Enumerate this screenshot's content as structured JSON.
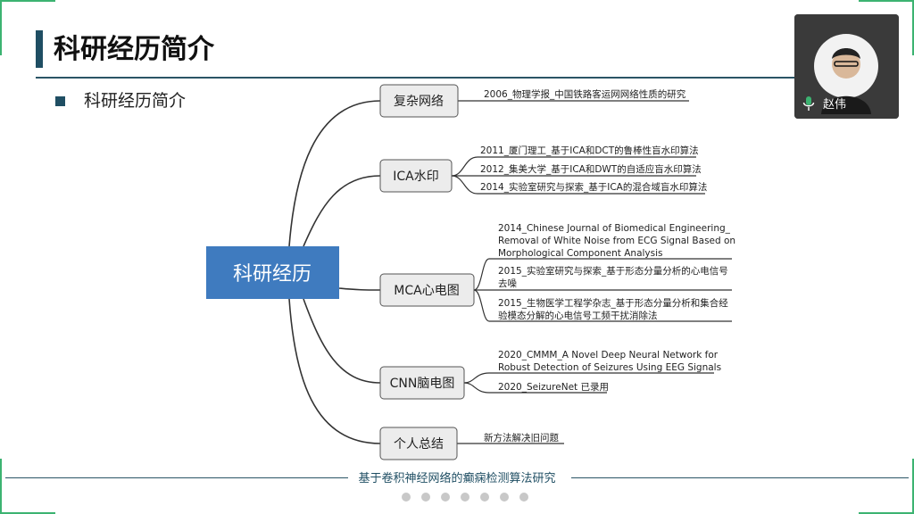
{
  "slide": {
    "title": "科研经历简介",
    "bullet": "科研经历简介",
    "footer": "基于卷积神经网络的癫痫检测算法研究"
  },
  "participant": {
    "name": "赵伟",
    "mic_icon": "microphone-icon"
  },
  "mindmap": {
    "root": "科研经历",
    "branches": [
      {
        "label": "复杂网络",
        "items": [
          "2006_物理学报_中国铁路客运网网络性质的研究"
        ]
      },
      {
        "label": "ICA水印",
        "items": [
          "2011_厦门理工_基于ICA和DCT的鲁棒性盲水印算法",
          "2012_集美大学_基于ICA和DWT的自适应盲水印算法",
          "2014_实验室研究与探索_基于ICA的混合域盲水印算法"
        ]
      },
      {
        "label": "MCA心电图",
        "items": [
          [
            "2014_Chinese Journal of Biomedical Engineering_",
            "Removal of White Noise from ECG Signal Based on",
            "Morphological Component Analysis"
          ],
          [
            "2015_实验室研究与探索_基于形态分量分析的心电信号",
            "去噪"
          ],
          [
            "2015_生物医学工程学杂志_基于形态分量分析和集合经",
            "验模态分解的心电信号工频干扰消除法"
          ]
        ]
      },
      {
        "label": "CNN脑电图",
        "items": [
          [
            "2020_CMMM_A Novel Deep Neural Network for",
            "Robust Detection of Seizures Using EEG Signals"
          ],
          [
            "2020_SeizureNet 已录用"
          ]
        ]
      },
      {
        "label": "个人总结",
        "items": [
          "新方法解决旧问题"
        ]
      }
    ]
  },
  "colors": {
    "accent": "#1f4e63",
    "root": "#3f7bbf",
    "corner": "#3cb371"
  },
  "pagination_count": 7
}
